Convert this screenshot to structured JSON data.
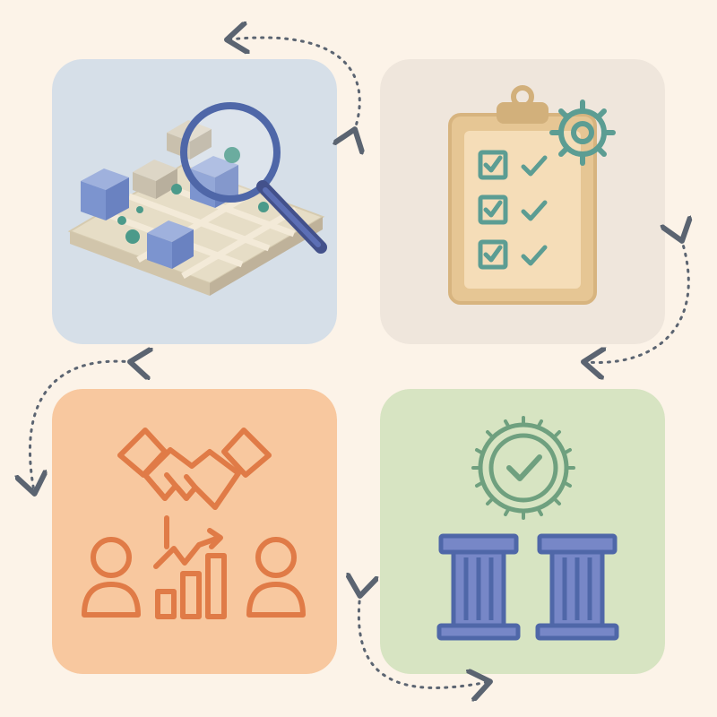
{
  "diagram": {
    "panels": [
      {
        "name": "analysis-panel",
        "icon": "map-magnifier-icon",
        "bg": "#d6dfe8"
      },
      {
        "name": "checklist-panel",
        "icon": "clipboard-checklist-icon",
        "bg": "#efe6dc"
      },
      {
        "name": "collaboration-panel",
        "icon": "handshake-growth-icon",
        "bg": "#f8c89f"
      },
      {
        "name": "governance-panel",
        "icon": "certified-pillars-icon",
        "bg": "#d7e4c2"
      }
    ],
    "connector_icons": [
      "curved-dotted-arrow-icon"
    ],
    "colors": {
      "background": "#fcf3e8",
      "blue": "#4f67a8",
      "teal": "#4b9a8a",
      "orange": "#e07b47",
      "green": "#6fa07f",
      "sand": "#e6c694",
      "arrow": "#5b6471"
    }
  }
}
